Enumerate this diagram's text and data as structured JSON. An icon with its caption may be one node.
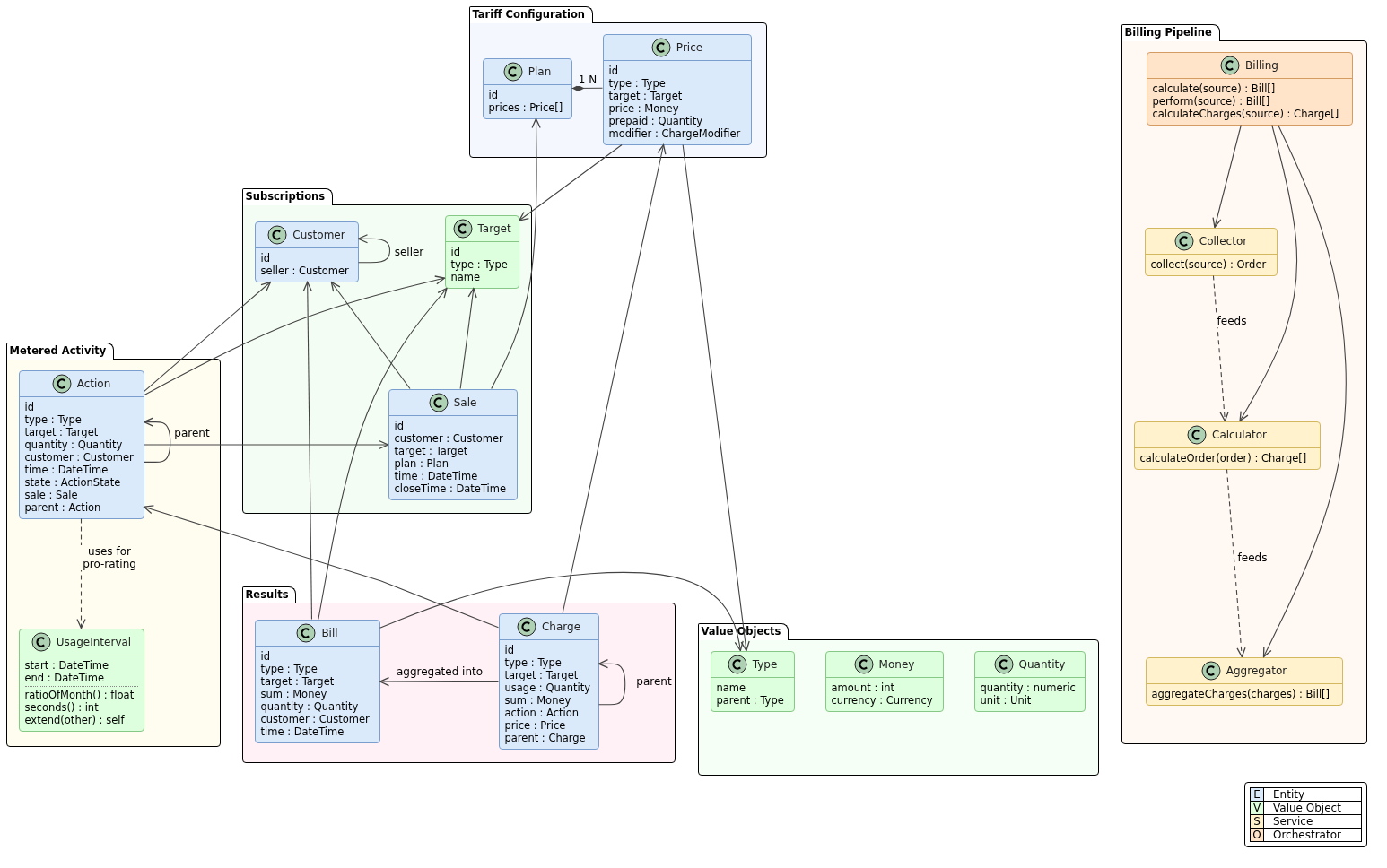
{
  "diagram": {
    "nodes": [
      {
        "text": [
          "Tariff Configuration"
        ]
      },
      {
        "text": [
          "Plan",
          "id",
          "prices : Price[]"
        ],
        "in": 0
      },
      {
        "text": [
          "Price",
          "id",
          "type : Type",
          "target : Target",
          "price : Money",
          "prepaid : Quantity",
          "modifier : ChargeModifier"
        ],
        "in": 0
      },
      {
        "text": [
          "Subscriptions"
        ]
      },
      {
        "text": [
          "Customer",
          "id",
          "seller : Customer"
        ],
        "in": 3
      },
      {
        "text": [
          "Target",
          "id",
          "type : Type",
          "name"
        ],
        "in": 3
      },
      {
        "text": [
          "Sale",
          "id",
          "customer : Customer",
          "target : Target",
          "plan : Plan",
          "time : DateTime",
          "closeTime : DateTime"
        ],
        "in": 3
      },
      {
        "text": [
          "Metered Activity"
        ]
      },
      {
        "text": [
          "Action",
          "id",
          "type : Type",
          "target : Target",
          "quantity : Quantity",
          "customer : Customer",
          "time : DateTime",
          "state : ActionState",
          "sale : Sale",
          "parent : Action"
        ],
        "in": 7
      },
      {
        "text": [
          "UsageInterval",
          "start : DateTime",
          "end : DateTime",
          "ratioOfMonth() : float",
          "seconds() : int",
          "extend(other) : self"
        ],
        "in": 7
      },
      {
        "text": [
          "Results"
        ]
      },
      {
        "text": [
          "Bill",
          "id",
          "type : Type",
          "target : Target",
          "sum : Money",
          "quantity : Quantity",
          "customer : Customer",
          "time : DateTime"
        ],
        "in": 10
      },
      {
        "text": [
          "Charge",
          "id",
          "type : Type",
          "target : Target",
          "usage : Quantity",
          "sum : Money",
          "action : Action",
          "price : Price",
          "parent : Charge"
        ],
        "in": 10
      },
      {
        "text": [
          "Value Objects"
        ]
      },
      {
        "text": [
          "Type",
          "name",
          "parent : Type"
        ],
        "in": 13
      },
      {
        "text": [
          "Money",
          "amount : int",
          "currency : Currency"
        ],
        "in": 13
      },
      {
        "text": [
          "Quantity",
          "quantity : numeric",
          "unit : Unit"
        ],
        "in": 13
      },
      {
        "text": [
          "Billing Pipeline"
        ]
      },
      {
        "text": [
          "Billing",
          "calculate(source) : Bill[]",
          "perform(source) : Bill[]",
          "calculateCharges(source) : Charge[]"
        ],
        "in": 17
      },
      {
        "text": [
          "Collector",
          "collect(source) : Order"
        ],
        "in": 17
      },
      {
        "text": [
          "Calculator",
          "calculateOrder(order) : Charge[]"
        ],
        "in": 17
      },
      {
        "text": [
          "Aggregator",
          "aggregateCharges(charges) : Bill[]"
        ],
        "in": 17
      }
    ],
    "edges": [
      {
        "from": 1,
        "to": 2,
        "arrow": "other",
        "label": "1 N"
      },
      {
        "from": 2,
        "to": 5,
        "arrow": "to"
      },
      {
        "from": 4,
        "to": 4,
        "arrow": "to",
        "label": "seller"
      },
      {
        "from": 8,
        "to": 4,
        "arrow": "to"
      },
      {
        "from": 8,
        "to": 5,
        "arrow": "to"
      },
      {
        "from": 8,
        "to": 8,
        "arrow": "to",
        "label": "parent"
      },
      {
        "from": 8,
        "to": 6,
        "arrow": "to"
      },
      {
        "from": 8,
        "to": 9,
        "arrow": "to",
        "label": "uses for pro-rating",
        "style": "dashed"
      },
      {
        "from": 6,
        "to": 4,
        "arrow": "to"
      },
      {
        "from": 6,
        "to": 5,
        "arrow": "to"
      },
      {
        "from": 6,
        "to": 1,
        "arrow": "to"
      },
      {
        "from": 11,
        "to": 4,
        "arrow": "to"
      },
      {
        "from": 11,
        "to": 5,
        "arrow": "to"
      },
      {
        "from": 11,
        "to": 14,
        "arrow": "to"
      },
      {
        "from": 12,
        "to": 8,
        "arrow": "to"
      },
      {
        "from": 12,
        "to": 11,
        "arrow": "to",
        "label": "aggregated into"
      },
      {
        "from": 12,
        "to": 12,
        "arrow": "to",
        "label": "parent"
      },
      {
        "from": 12,
        "to": 2,
        "arrow": "to"
      },
      {
        "from": 2,
        "to": 14,
        "arrow": "to"
      },
      {
        "from": 18,
        "to": 19,
        "arrow": "to"
      },
      {
        "from": 18,
        "to": 20,
        "arrow": "to"
      },
      {
        "from": 18,
        "to": 21,
        "arrow": "to"
      },
      {
        "from": 19,
        "to": 20,
        "arrow": "to",
        "label": "feeds",
        "style": "dashed"
      },
      {
        "from": 20,
        "to": 21,
        "arrow": "to",
        "label": "feeds",
        "style": "dashed"
      }
    ],
    "labels": [
      "E",
      "V",
      "S",
      "O"
    ],
    "legend": [
      {
        "text": "Entity",
        "color": "#dbeafb"
      },
      {
        "text": "Value Object",
        "color": "#ddffdd"
      },
      {
        "text": "Service",
        "color": "#fff2cc"
      },
      {
        "text": "Orchestrator",
        "color": "#ffe4c9"
      }
    ]
  }
}
